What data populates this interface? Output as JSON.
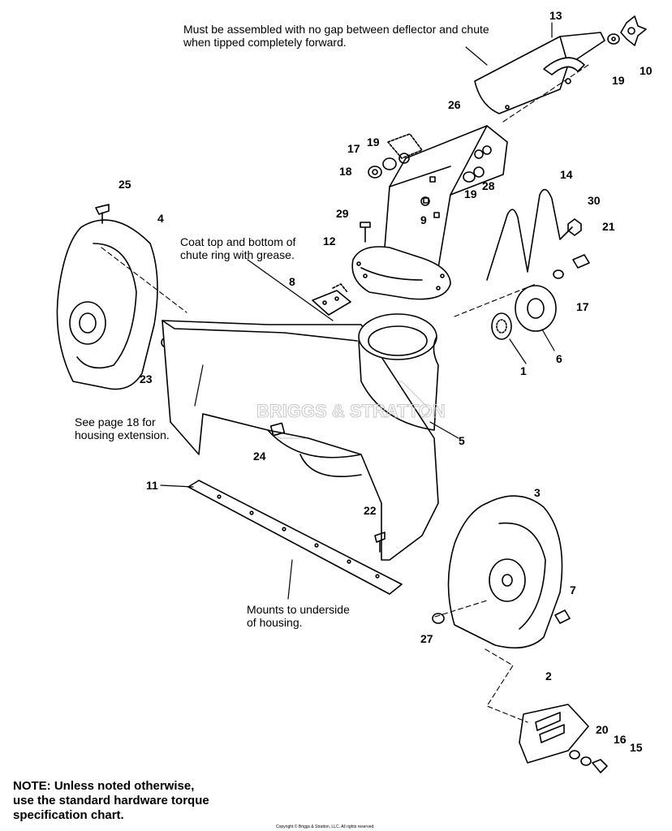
{
  "notes": {
    "deflector": "Must be assembled with no gap between deflector and chute\nwhen tipped completely forward.",
    "grease": "Coat top and bottom of\nchute ring with grease.",
    "housing_ext": "See page 18 for\nhousing extension.",
    "underside": "Mounts to underside\nof housing.",
    "bottom": "NOTE: Unless noted otherwise,\nuse the standard hardware torque\nspecification chart."
  },
  "watermark": "BRIGGS & STRATTON",
  "copyright": "Copyright © Briggs & Stratton, LLC. All rights reserved.",
  "callouts": [
    "13",
    "10",
    "19",
    "26",
    "19",
    "17",
    "18",
    "19",
    "28",
    "14",
    "9",
    "29",
    "30",
    "21",
    "12",
    "8",
    "17",
    "25",
    "4",
    "1",
    "6",
    "23",
    "5",
    "24",
    "11",
    "22",
    "3",
    "7",
    "27",
    "2",
    "20",
    "16",
    "15"
  ]
}
